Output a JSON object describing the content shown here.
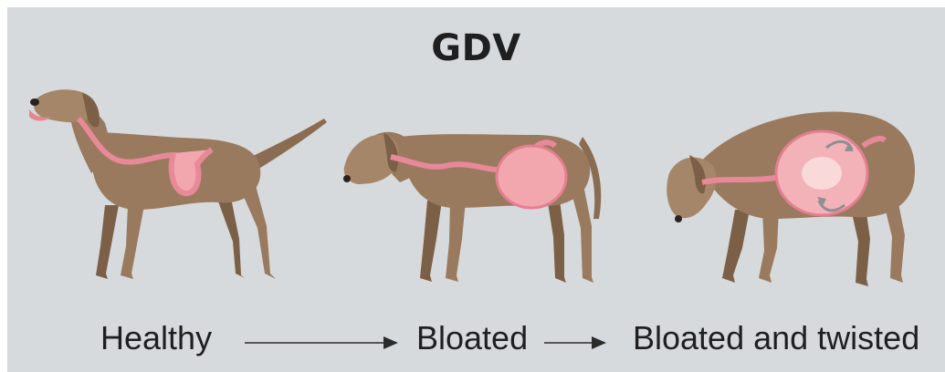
{
  "title": "GDV",
  "stages": [
    {
      "label": "Healthy"
    },
    {
      "label": "Bloated"
    },
    {
      "label": "Bloated and twisted"
    }
  ],
  "colors": {
    "background": "#d7dadd",
    "dog_fur": "#9a7a5e",
    "dog_shadow": "#7c5f47",
    "esophagus": "#e8899a",
    "stomach": "#f2a7ae",
    "text": "#1f1f1f"
  }
}
